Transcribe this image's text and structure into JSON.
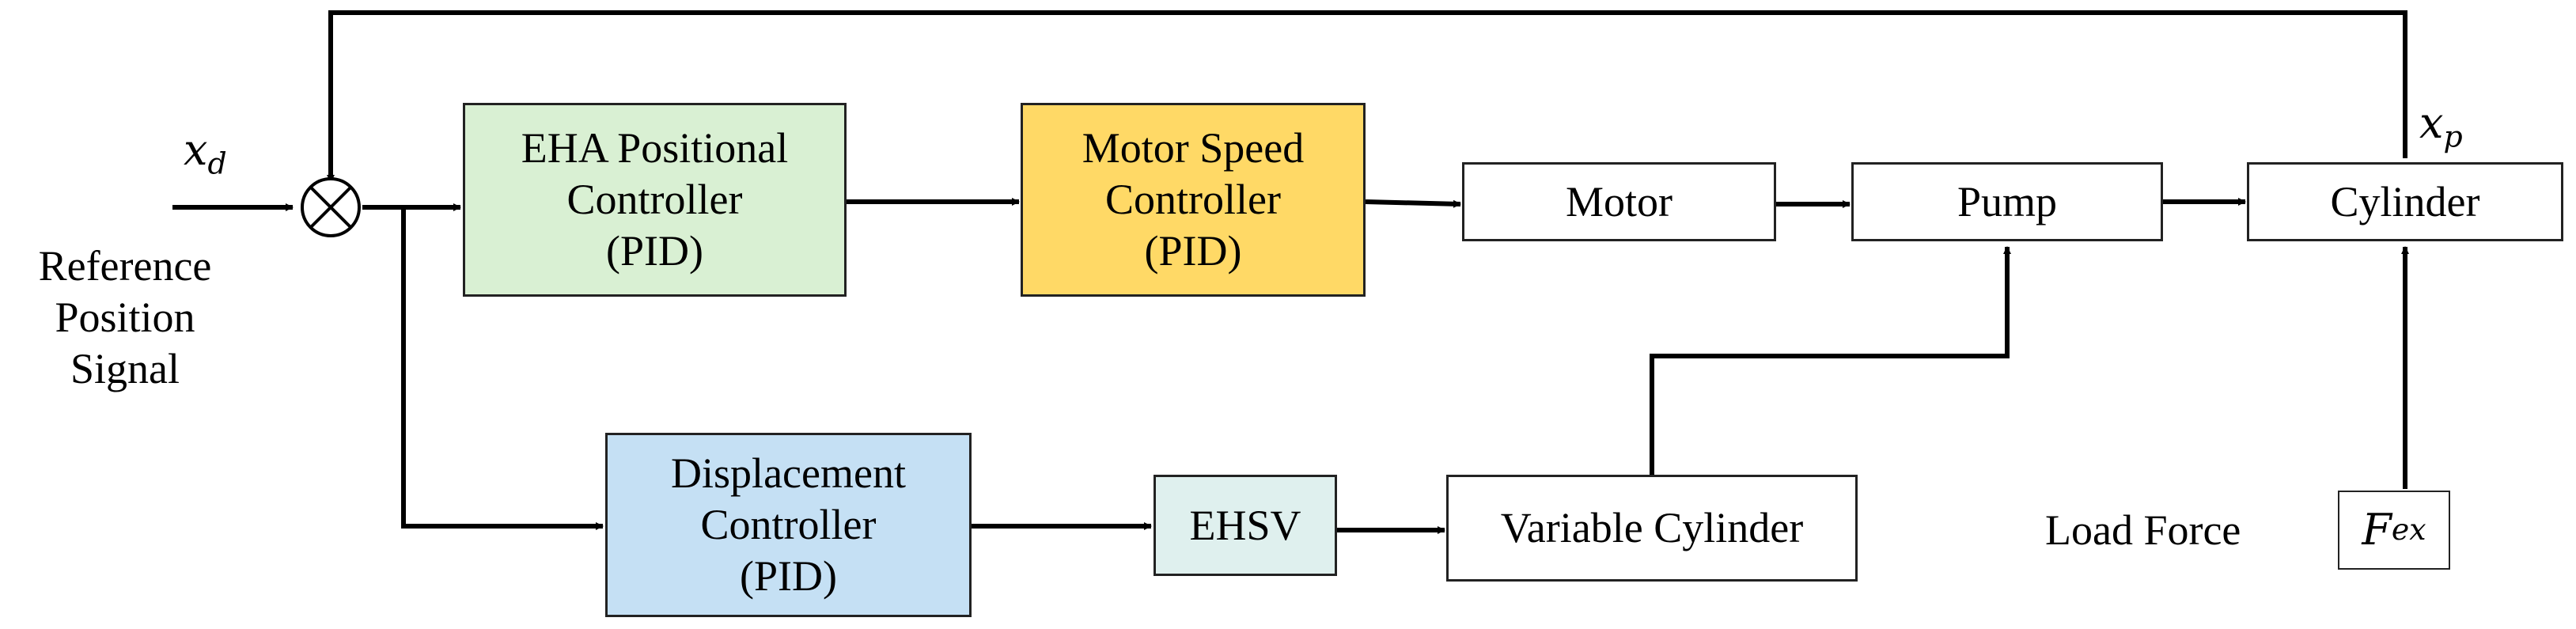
{
  "colors": {
    "eha_fill": "#d9f0d3",
    "motor_speed_fill": "#ffd966",
    "displacement_fill": "#c5e0f4",
    "ehsv_fill": "#dff0ee",
    "plain_fill": "#ffffff",
    "line": "#000000"
  },
  "inputs": {
    "xd_symbol": "x",
    "xd_sub": "d",
    "reference_label": "Reference\nPosition\nSignal",
    "summing_junction_icon": "circle-cross-icon"
  },
  "blocks": {
    "eha_positional": "EHA Positional\nController\n(PID)",
    "motor_speed": "Motor Speed\nController\n(PID)",
    "motor": "Motor",
    "pump": "Pump",
    "cylinder": "Cylinder",
    "displacement": "Displacement\nController\n(PID)",
    "ehsv": "EHSV",
    "variable_cylinder": "Variable Cylinder"
  },
  "outputs": {
    "xp_symbol": "x",
    "xp_sub": "p"
  },
  "load": {
    "label": "Load Force",
    "fex_symbol": "F",
    "fex_sub": "ex"
  }
}
